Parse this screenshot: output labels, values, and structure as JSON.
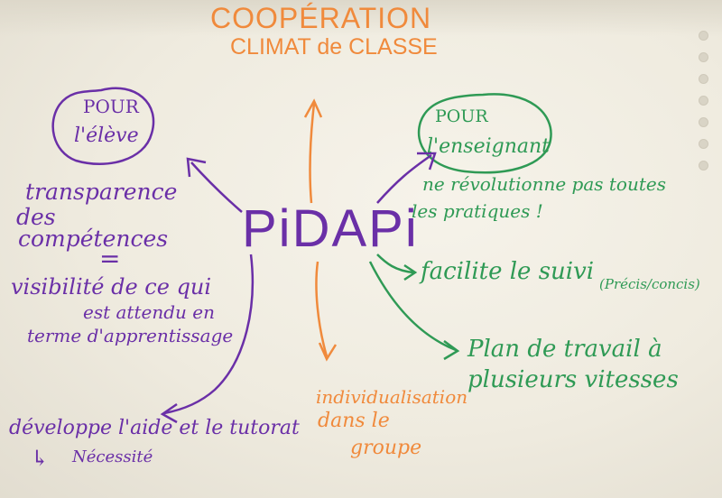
{
  "colors": {
    "purple": "#6a2fa7",
    "green": "#2f9a55",
    "orange": "#f08a3c",
    "paper": "#f3f0e6"
  },
  "top": {
    "line1": "COOPÉRATION",
    "line2": "CLIMAT de CLASSE"
  },
  "center": {
    "label": "PiDAPi"
  },
  "eleve": {
    "line1": "POUR",
    "line2": "l'élève"
  },
  "enseignant": {
    "line1": "POUR",
    "line2": "l'enseignant"
  },
  "left_text": {
    "line1": "transparence",
    "line2": "des",
    "line3": "compétences",
    "eq": "=",
    "line4": "visibilité de ce qui",
    "line5": "est attendu en",
    "line6": "terme d'apprentissage"
  },
  "right_notes": {
    "note1_line1": "ne révolutionne pas toutes",
    "note1_line2": "les pratiques !",
    "note2_main": "facilite le suivi",
    "note2_sub": "(Précis/concis)",
    "note3_line1": "Plan de travail à",
    "note3_line2": "plusieurs vitesses"
  },
  "bottom_center": {
    "line1": "individualisation",
    "line2": "dans le",
    "line3": "groupe"
  },
  "bottom_left": {
    "line1": "développe l'aide et le tutorat",
    "arrow": "↳",
    "line2": "Nécessité"
  }
}
